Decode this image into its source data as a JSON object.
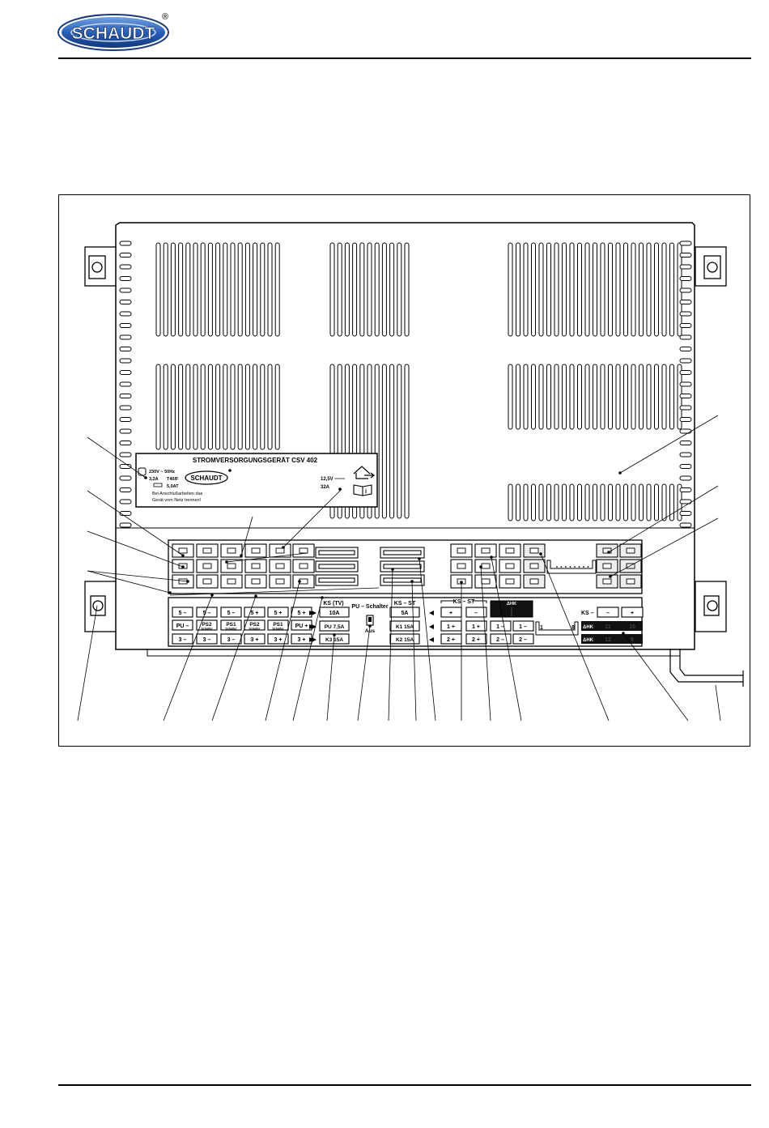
{
  "header": {
    "brand": "SCHAUDT",
    "registered_mark": "®"
  },
  "label_plate": {
    "title": "STROMVERSORGUNGSGERÄT CSV 402",
    "voltage_in": "230V ~ 50Hz",
    "current_in": "3,2A",
    "fuse_type": "T40/F",
    "fuse_rating": "5,0AT",
    "voltage_out": "12,5V ═══",
    "current_out": "32A",
    "logo": "SCHAUDT",
    "warning_line1": "Bei Anschlußarbeiten das",
    "warning_line2": "Gerät vom Netz trennen!"
  },
  "terminals": {
    "row1": [
      "5 –",
      "5 –",
      "5 –",
      "5 +",
      "5 +",
      "5 +"
    ],
    "row2": [
      "PU –",
      "PS2",
      "PS1",
      "PS2",
      "PS1",
      "PU +"
    ],
    "row2_sub": "Schalter",
    "row3": [
      "3 –",
      "3 –",
      "3 –",
      "3 +",
      "3 +",
      "3 +"
    ]
  },
  "fuses": {
    "ks_tv_label": "KS (TV)",
    "fuse_10a": "10A",
    "fuse_pu": "PU 7,5A",
    "fuse_k3": "K3 15A",
    "ks_st_label": "KS – ST",
    "fuse_5a": "5A",
    "fuse_k1": "K1 15A",
    "fuse_k2": "K2 15A"
  },
  "pu_switch": {
    "label": "PU – Schalter",
    "off_label": "Aus"
  },
  "ks_st_group": {
    "label": "KS – ST",
    "row1": [
      "+",
      "–"
    ],
    "row2": [
      "1 +",
      "1 +",
      "1 –",
      "1 –"
    ],
    "row3": [
      "2 +",
      "2 +",
      "2 –",
      "2 –"
    ],
    "dark_label": "ΔHK"
  },
  "ks_right": {
    "label": "KS –",
    "minus": "–",
    "plus": "+",
    "hk1": "ΔHK",
    "hk1_a": "11",
    "hk1_b": "10",
    "hk2": "ΔHK",
    "hk2_a": "12",
    "hk2_b": "9",
    "connector_1": "1",
    "connector_8": "8"
  },
  "colors": {
    "ink": "#000000",
    "dark_fill": "#111111",
    "grey_fill": "#cccccc",
    "brand_blue": "#1d4f9c"
  }
}
